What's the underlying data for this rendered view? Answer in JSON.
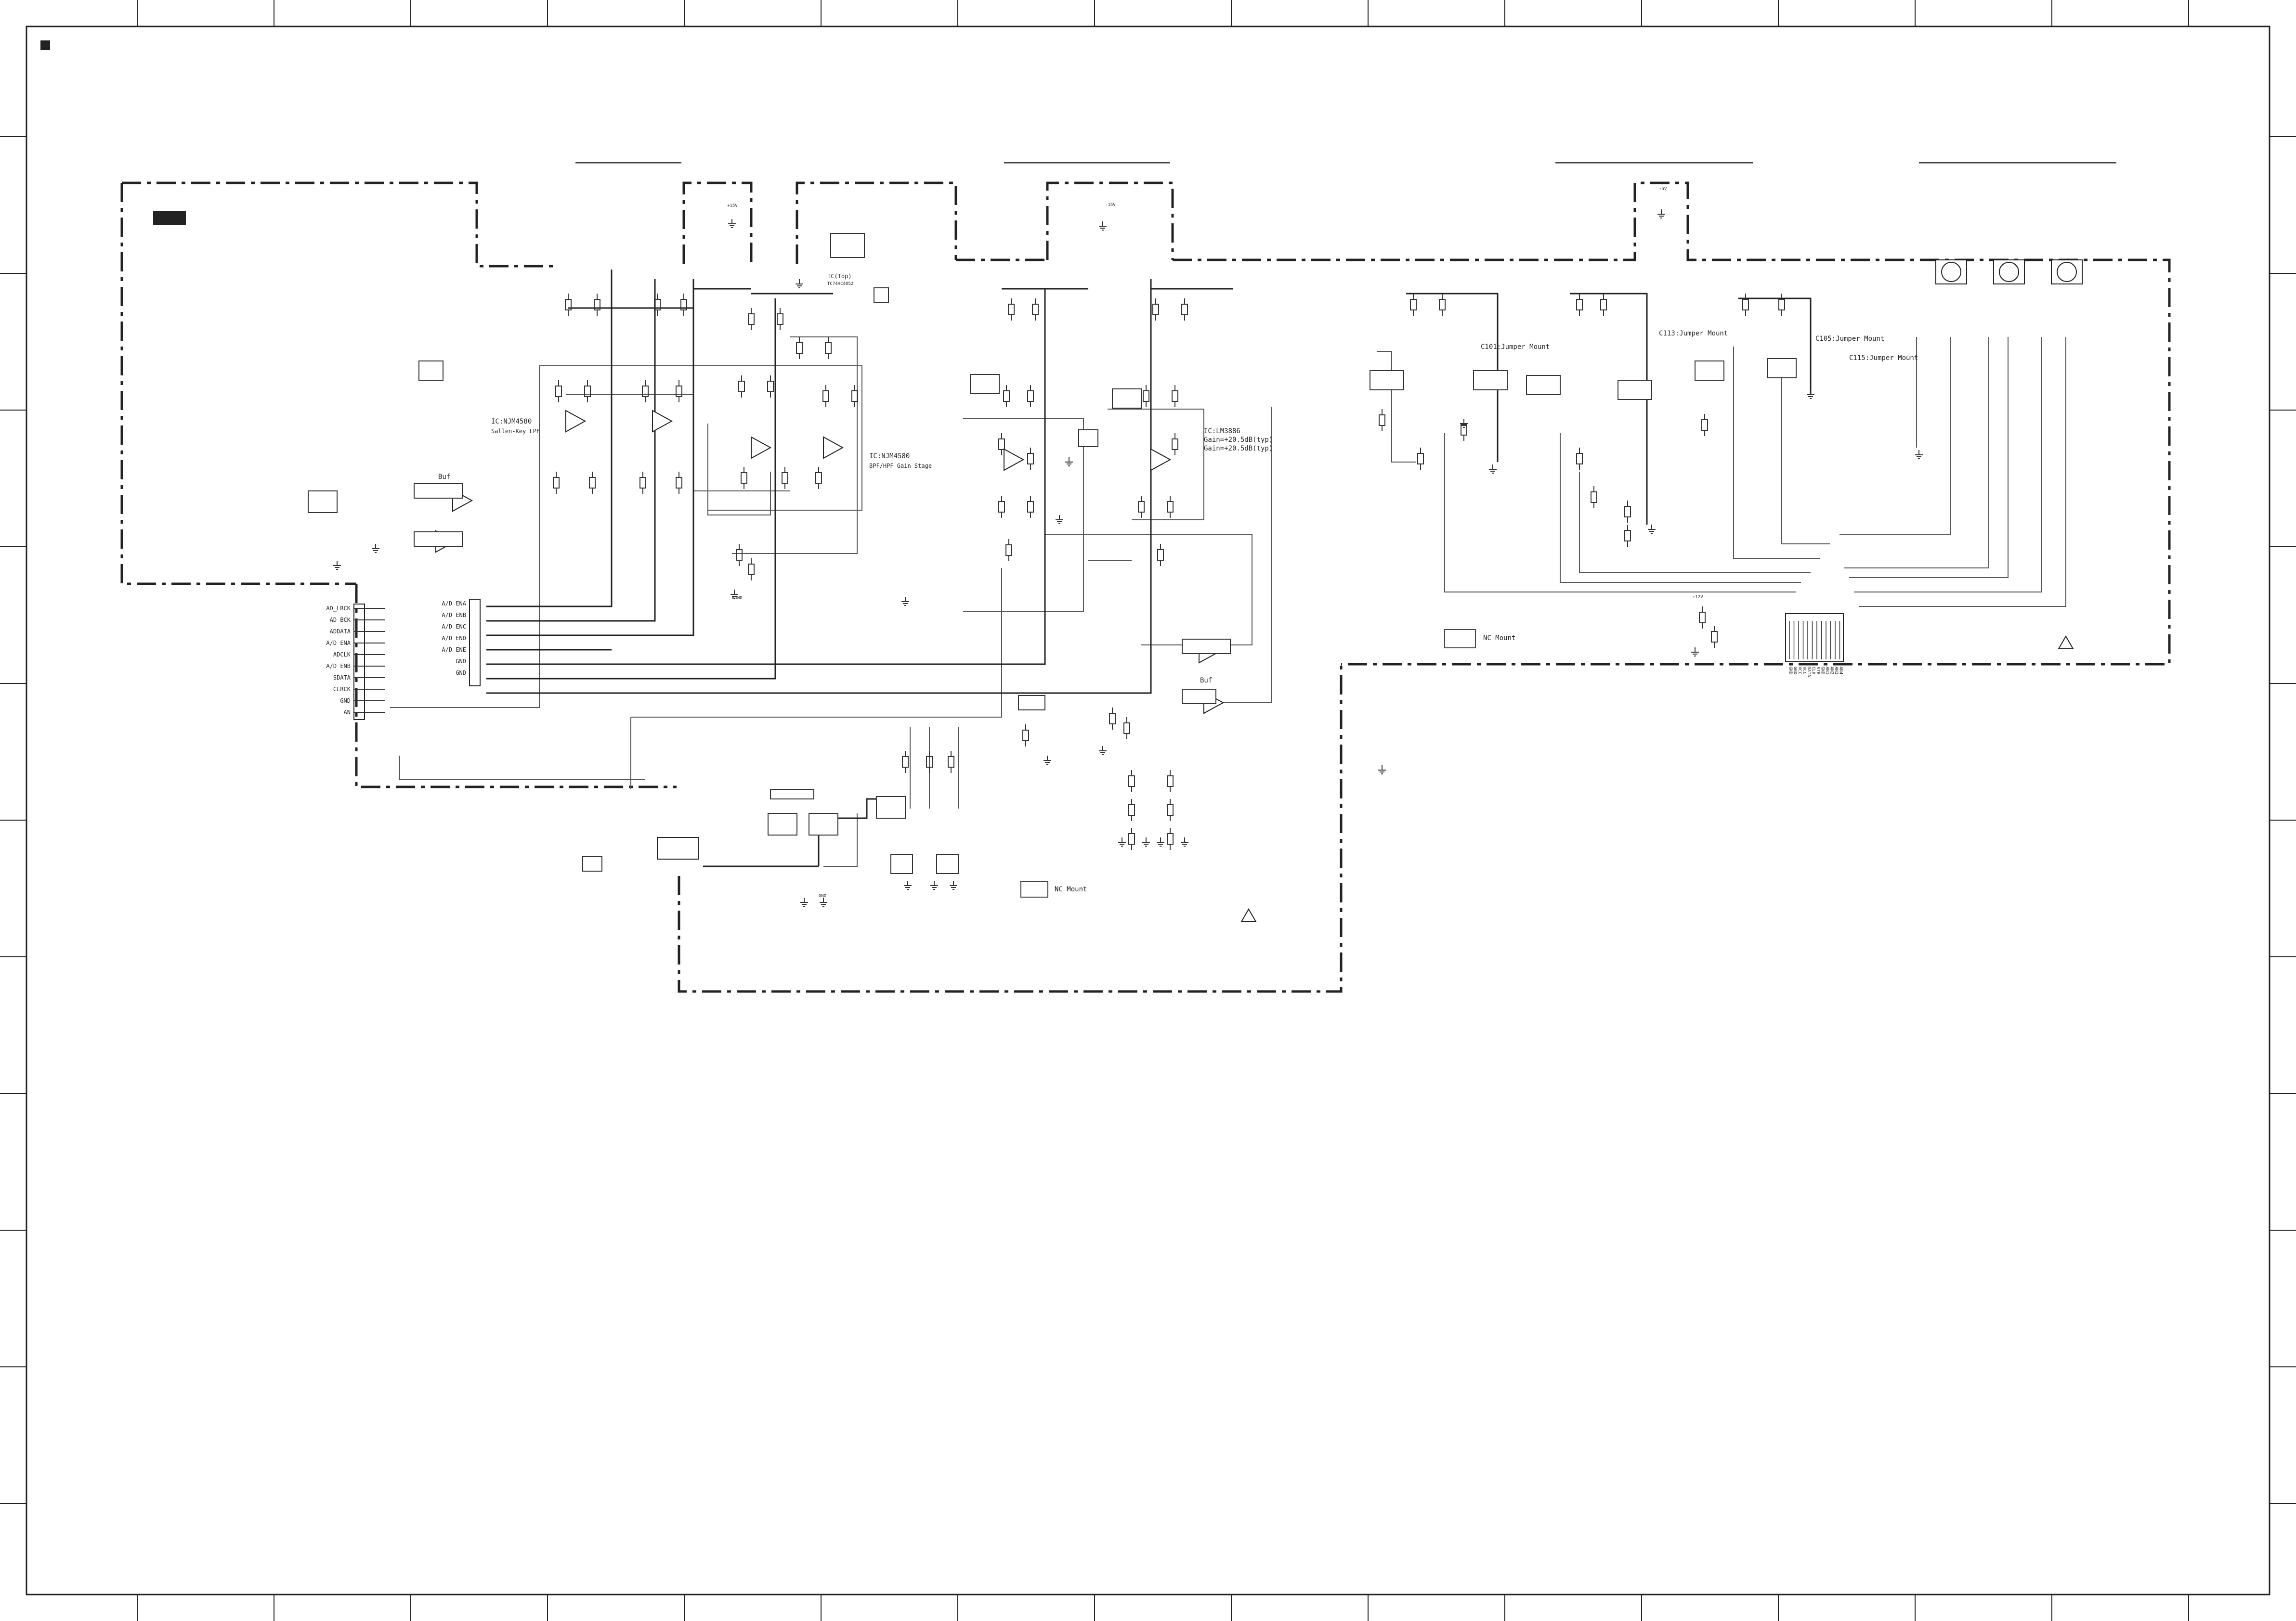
{
  "sheet": {
    "markers": {
      "corner_square": "filled-square",
      "black_tag": "filled-rectangle"
    },
    "warning_symbols": [
      "triangle",
      "triangle"
    ]
  },
  "left_connector_signals": [
    "AD_LRCK",
    "AD_BCK",
    "ADDATA",
    "A/D ENA",
    "ADCLK",
    "A/D ENB",
    "SDATA",
    "CLRCK",
    "GND",
    "AN"
  ],
  "right_connector_signals": [
    "A/D ENA",
    "A/D ENB",
    "A/D ENC",
    "A/D END",
    "A/D ENE",
    "GND",
    "GND"
  ],
  "component_labels": [
    {
      "id": "ic_note_1",
      "text": "IC:NJM4580"
    },
    {
      "id": "ic_note_2",
      "text": "Sallen-Key LPF"
    },
    {
      "id": "ic_note_3",
      "text": "IC:NJM4580"
    },
    {
      "id": "ic_note_4",
      "text": "BPF/HPF Gain Stage"
    },
    {
      "id": "ic_note_5",
      "text": "IC:LM3886"
    },
    {
      "id": "ic_note_6",
      "text": "Gain=+20.5dB(typ)"
    },
    {
      "id": "ic_note_7",
      "text": "Gain=+20.5dB(typ)"
    },
    {
      "id": "buf_1",
      "text": "Buf"
    },
    {
      "id": "buf_2",
      "text": "Buf"
    },
    {
      "id": "jumper_1",
      "text": "C101:Jumper Mount"
    },
    {
      "id": "jumper_2",
      "text": "C113:Jumper Mount"
    },
    {
      "id": "jumper_3",
      "text": "C105:Jumper Mount"
    },
    {
      "id": "jumper_4",
      "text": "C115:Jumper Mount"
    },
    {
      "id": "nc_mount_1",
      "text": "NC Mount"
    },
    {
      "id": "nc_mount_2",
      "text": "NC Mount"
    },
    {
      "id": "ic_top",
      "text": "IC(Top)"
    },
    {
      "id": "ic_top_pn",
      "text": "TC74HC4052"
    }
  ],
  "bottom_connector_pins": [
    "GND",
    "GND",
    "VCC",
    "VCC",
    "DATA",
    "CLK",
    "STB",
    "GND",
    "AN1",
    "AN2",
    "AN3",
    "AN4"
  ],
  "power_labels": [
    "+15V",
    "-15V",
    "+5V",
    "AGND",
    "+12V",
    "GND"
  ]
}
